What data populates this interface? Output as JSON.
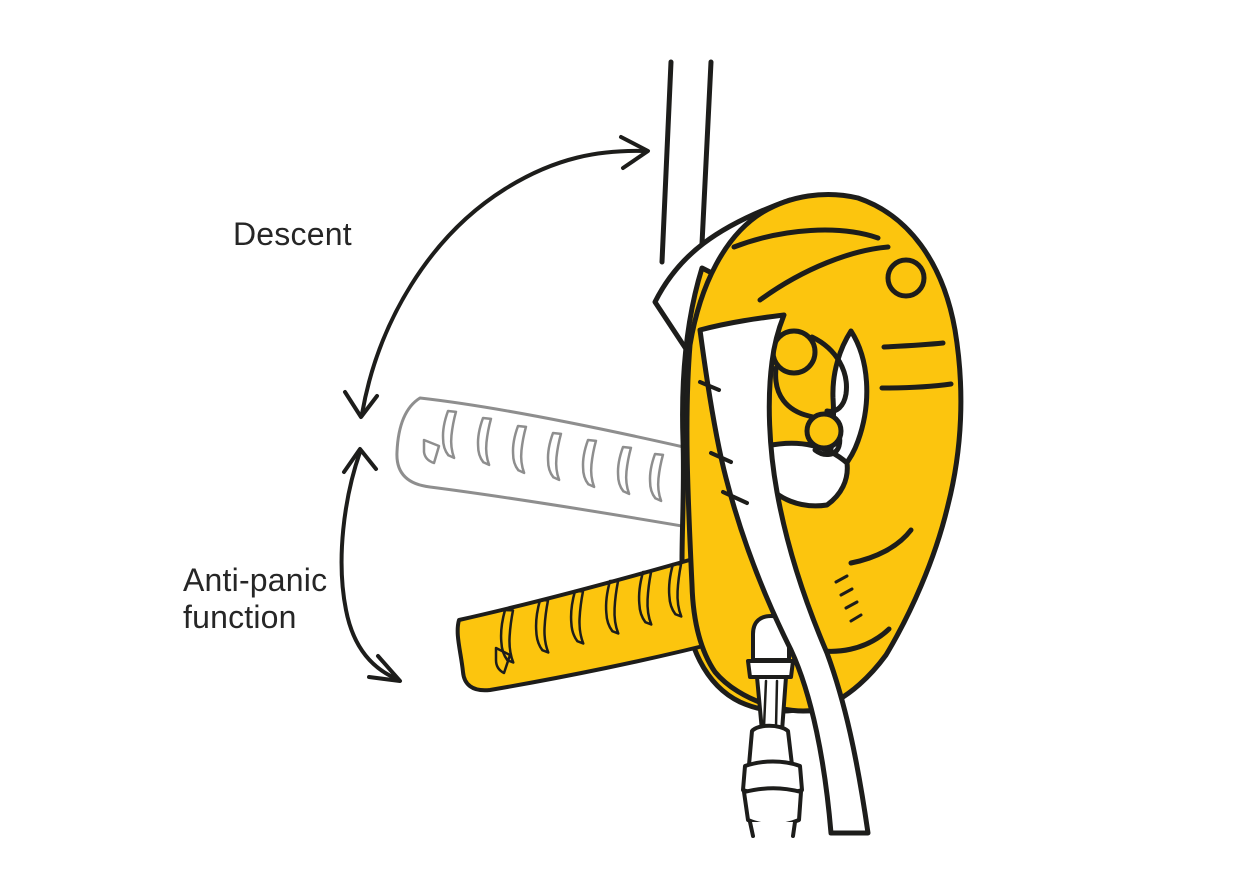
{
  "figure": {
    "type": "instruction-illustration",
    "subject": "descender handle positions on rope",
    "labels": {
      "descent": "Descent",
      "anti_panic": "Anti-panic function"
    },
    "icons": {
      "descent_arrow": "curved-double-headed-arrow",
      "anti_panic_arrow": "curved-double-headed-arrow"
    },
    "illustration_parts": [
      "anchor-rope",
      "descender-body",
      "cam-mechanism",
      "raised-handle-ghost-position",
      "lowered-handle-anti-panic-position",
      "carabiner",
      "rope-free-end"
    ]
  },
  "colors": {
    "device_yellow": "#FCC50E",
    "handle_ghost_fill": "#FBDF9B",
    "handle_ghost_outline": "#8E8E8E",
    "outline_ink": "#1D1D1B",
    "label_text": "#262626",
    "background": "#FFFFFF"
  }
}
